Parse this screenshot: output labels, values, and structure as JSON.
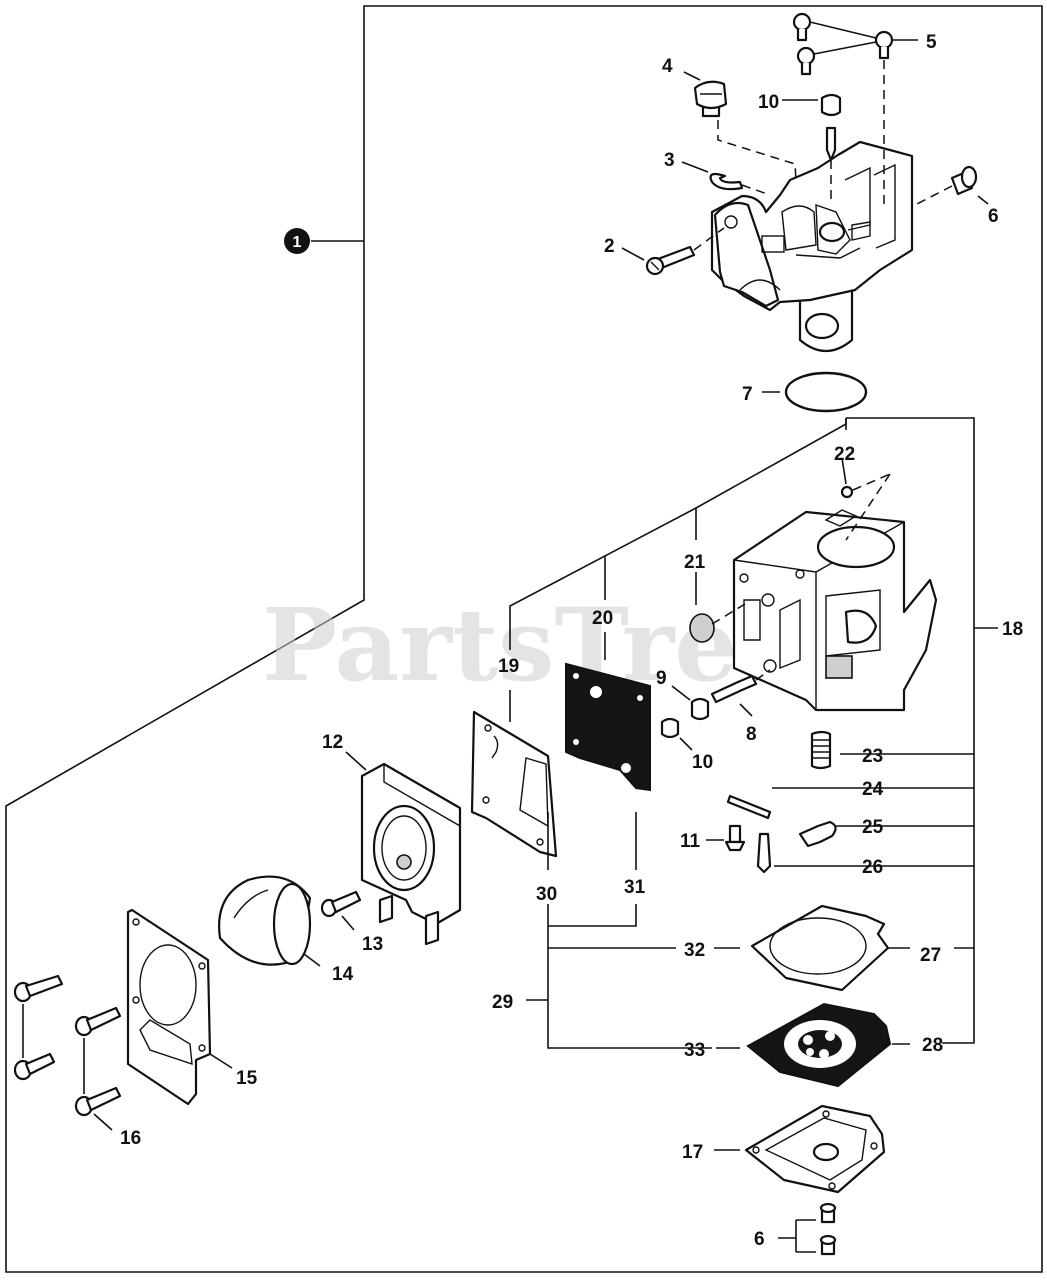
{
  "watermark": "PartsTree",
  "callouts": {
    "c1": "1",
    "c2": "2",
    "c3": "3",
    "c4": "4",
    "c5": "5",
    "c6a": "6",
    "c6b": "6",
    "c7": "7",
    "c8": "8",
    "c9": "9",
    "c10a": "10",
    "c10b": "10",
    "c11": "11",
    "c12": "12",
    "c13": "13",
    "c14": "14",
    "c15": "15",
    "c16": "16",
    "c17": "17",
    "c18": "18",
    "c19": "19",
    "c20": "20",
    "c21": "21",
    "c22": "22",
    "c23": "23",
    "c24": "24",
    "c25": "25",
    "c26": "26",
    "c27": "27",
    "c28": "28",
    "c29": "29",
    "c30": "30",
    "c31": "31",
    "c32": "32",
    "c33": "33"
  }
}
